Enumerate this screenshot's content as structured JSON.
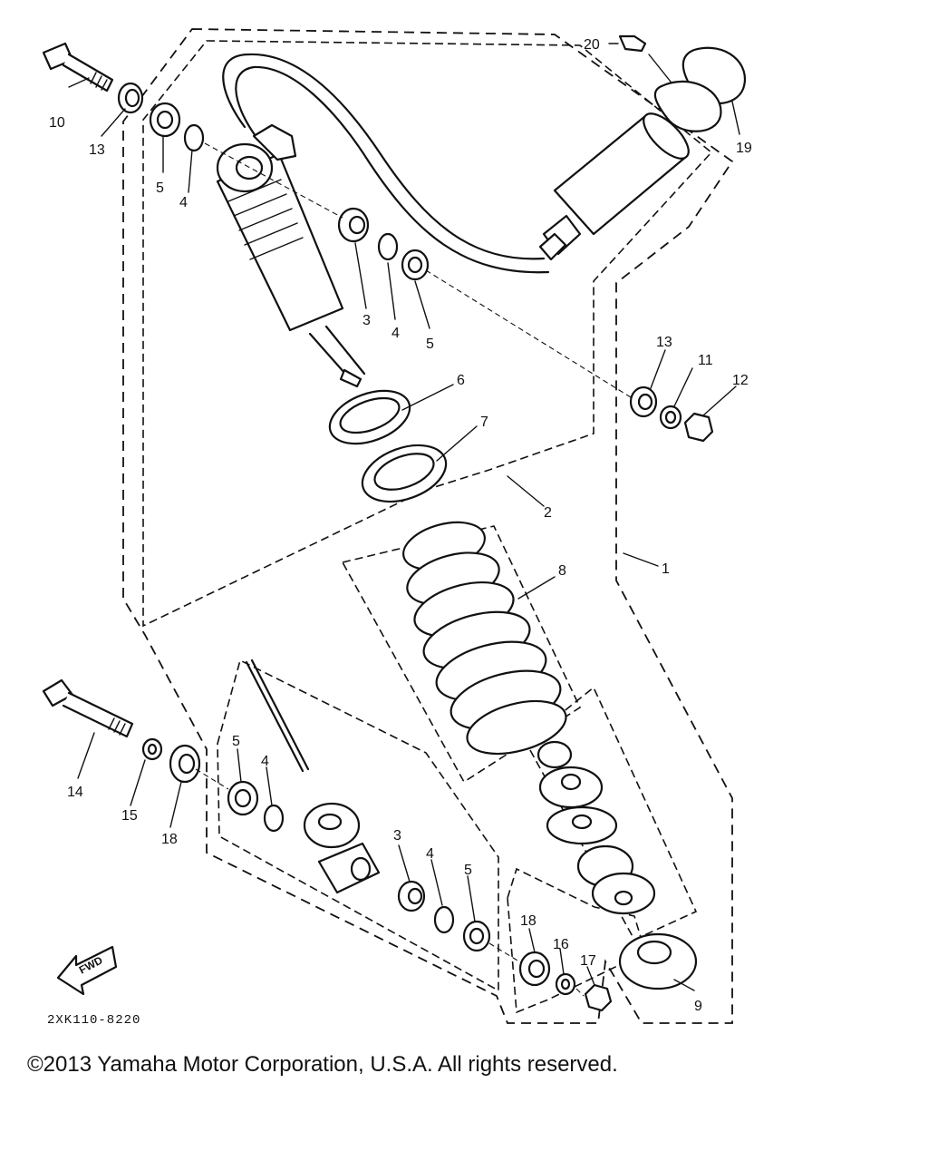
{
  "diagram": {
    "part_code": "2XK110-8220",
    "fwd_label": "FWD",
    "callouts": {
      "c1": "1",
      "c2": "2",
      "c3a": "3",
      "c3b": "3",
      "c4a": "4",
      "c4b": "4",
      "c4c": "4",
      "c4d": "4",
      "c5a": "5",
      "c5b": "5",
      "c5c": "5",
      "c5d": "5",
      "c6": "6",
      "c7": "7",
      "c8": "8",
      "c9": "9",
      "c10": "10",
      "c11": "11",
      "c12": "12",
      "c13a": "13",
      "c13b": "13",
      "c14": "14",
      "c15": "15",
      "c16": "16",
      "c17": "17",
      "c18a": "18",
      "c18b": "18",
      "c19": "19",
      "c20": "20"
    }
  },
  "footer": {
    "copyright": "©2013 Yamaha Motor Corporation, U.S.A. All rights reserved."
  }
}
